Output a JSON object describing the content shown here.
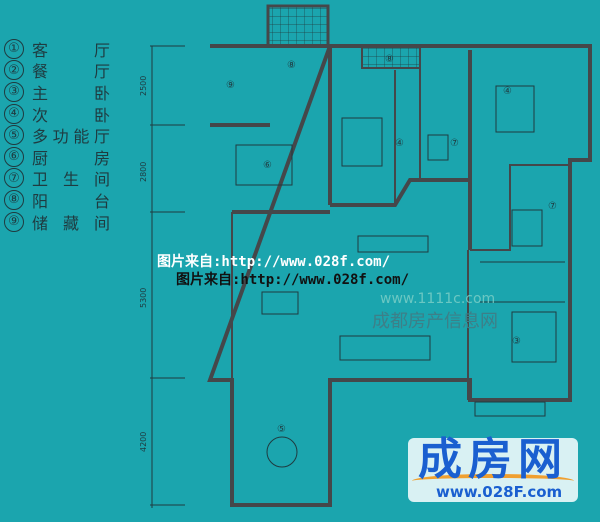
{
  "legend": [
    {
      "num": "①",
      "name": "客厅"
    },
    {
      "num": "②",
      "name": "餐厅"
    },
    {
      "num": "③",
      "name": "主卧"
    },
    {
      "num": "④",
      "name": "次卧"
    },
    {
      "num": "⑤",
      "name": "多功能厅"
    },
    {
      "num": "⑥",
      "name": "厨房"
    },
    {
      "num": "⑦",
      "name": "卫生间"
    },
    {
      "num": "⑧",
      "name": "阳台"
    },
    {
      "num": "⑨",
      "name": "储藏间"
    }
  ],
  "dimensions": [
    "2500",
    "2800",
    "5300",
    "4200"
  ],
  "room_labels": [
    "⑨",
    "⑧",
    "⑧",
    "⑥",
    "④",
    "⑦",
    "④",
    "⑦",
    "③",
    "⑤"
  ],
  "watermarks": {
    "source_white": "图片来自:http://www.028f.com/",
    "source_black": "图片来自:http://www.028f.com/",
    "site_url": "www.1111c.com",
    "site_name": "成都房产信息网"
  },
  "logo": {
    "name": "成房网",
    "url": "www.028F.com",
    "brand_color": "#1a5fd0"
  },
  "colors": {
    "background": "#1ba5ae",
    "wall": "#45474a"
  }
}
